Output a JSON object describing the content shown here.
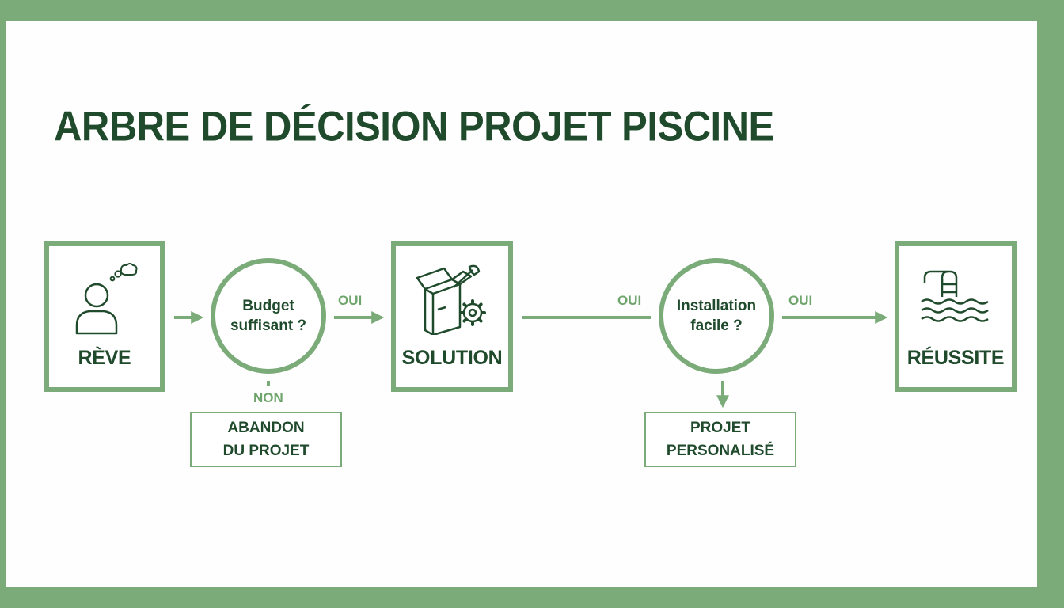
{
  "diagram": {
    "title": "ARBRE DE DÉCISION PROJET PISCINE",
    "nodes": {
      "reve": {
        "label": "RÈVE",
        "icon": "dreaming-person-icon"
      },
      "budget": {
        "label": "Budget\nsuffisant ?"
      },
      "solution": {
        "label": "SOLUTION",
        "icon": "box-tools-gear-icon"
      },
      "installation": {
        "label": "Installation\nfacile ?"
      },
      "reussite": {
        "label": "RÉUSSITE",
        "icon": "pool-ladder-icon"
      },
      "abandon": {
        "label": "ABANDON\nDU PROJET"
      },
      "personalise": {
        "label": "PROJET\nPERSONALISÉ"
      }
    },
    "edges": {
      "budget_yes": "OUI",
      "budget_no": "NON",
      "install_yes_in": "OUI",
      "install_yes_out": "OUI"
    },
    "colors": {
      "accent": "#7aab78",
      "text": "#1f4a2b",
      "frame": "#7aab78"
    }
  }
}
